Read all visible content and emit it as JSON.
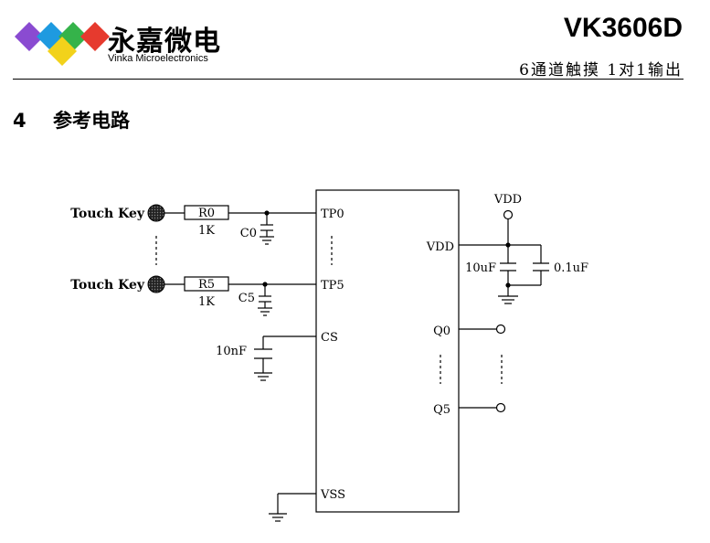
{
  "header": {
    "brand_cn": "永嘉微电",
    "brand_en": "Vinka Microelectronics",
    "part_number": "VK3606D",
    "subtitle": "6通道触摸 1对1输出",
    "logo_colors": [
      "#8a4bd1",
      "#1e9ae0",
      "#35b34a",
      "#e63a2e",
      "#f2d21b"
    ]
  },
  "section": {
    "number": "4",
    "title": "参考电路"
  },
  "diagram": {
    "touch_key_label_1": "Touch Key",
    "touch_key_label_2": "Touch Key",
    "resistor_1": "R0",
    "resistor_1_value": "1K",
    "resistor_2": "R5",
    "resistor_2_value": "1K",
    "cap_c0": "C0",
    "cap_c5": "C5",
    "cap_cs": "10nF",
    "pin_tp0": "TP0",
    "pin_tp5": "TP5",
    "pin_cs": "CS",
    "pin_vss": "VSS",
    "pin_vdd": "VDD",
    "pin_q0": "Q0",
    "pin_q5": "Q5",
    "supply_label": "VDD",
    "cap_10uf": "10uF",
    "cap_01uf": "0.1uF"
  }
}
